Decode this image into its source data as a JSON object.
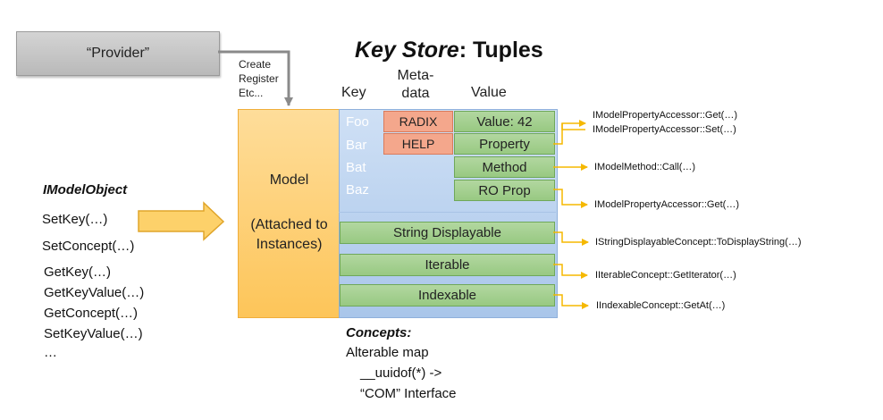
{
  "provider": {
    "label": "“Provider”"
  },
  "create_note": {
    "line1": "Create",
    "line2": "Register",
    "line3": "Etc..."
  },
  "title": {
    "italic": "Key Store",
    "rest": ": Tuples"
  },
  "headers": {
    "key": "Key",
    "meta_line1": "Meta-",
    "meta_line2": "data",
    "value": "Value"
  },
  "model": {
    "line1": "Model",
    "line2": "(Attached to",
    "line3": "Instances)"
  },
  "keys": [
    "Foo",
    "Bar",
    "Bat",
    "Baz"
  ],
  "metadata": [
    "RADIX",
    "HELP"
  ],
  "values": [
    "Value: 42",
    "Property",
    "Method",
    "RO Prop"
  ],
  "concepts_boxes": [
    "String Displayable",
    "Iterable",
    "Indexable"
  ],
  "interfaces": [
    "IModelPropertyAccessor::Get(…)",
    "IModelPropertyAccessor::Set(…)",
    "IModelMethod::Call(…)",
    "IModelPropertyAccessor::Get(…)",
    "IStringDisplayableConcept::ToDisplayString(…)",
    "IIterableConcept::GetIterator(…)",
    "IIndexableConcept::GetAt(…)"
  ],
  "imodelobject": {
    "title": "IModelObject",
    "methods": [
      "SetKey(…)",
      "SetConcept(…)",
      "GetKey(…)",
      "GetKeyValue(…)",
      "GetConcept(…)",
      "SetKeyValue(…)",
      "…"
    ]
  },
  "concepts_note": {
    "title": "Concepts:",
    "line1": "Alterable map",
    "line2": "__uuidof(*) ->",
    "line3": "“COM” Interface"
  },
  "colors": {
    "provider": "#bfbfbf",
    "model": "#fdc559",
    "store": "#a9c6ea",
    "metadata": "#f4a78c",
    "value": "#98c982",
    "arrow": "#f5b800",
    "connector": "#8a8a8a"
  }
}
